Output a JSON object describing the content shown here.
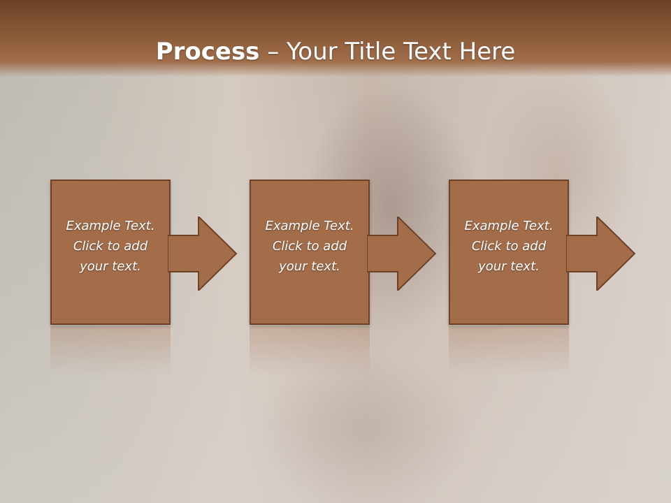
{
  "slide": {
    "title_bold": "Process",
    "title_rest": " – Your Title Text Here"
  },
  "steps": [
    {
      "line1": "Example Text.",
      "line2": "Click  to add",
      "line3": "your text."
    },
    {
      "line1": "Example Text.",
      "line2": "Click  to add",
      "line3": "your text."
    },
    {
      "line1": "Example Text.",
      "line2": "Click  to add",
      "line3": "your text."
    }
  ],
  "colors": {
    "title_bar": "#8a5a38",
    "box_fill": "#a46d4a",
    "box_border": "#6f4126",
    "text": "#ffffff"
  }
}
